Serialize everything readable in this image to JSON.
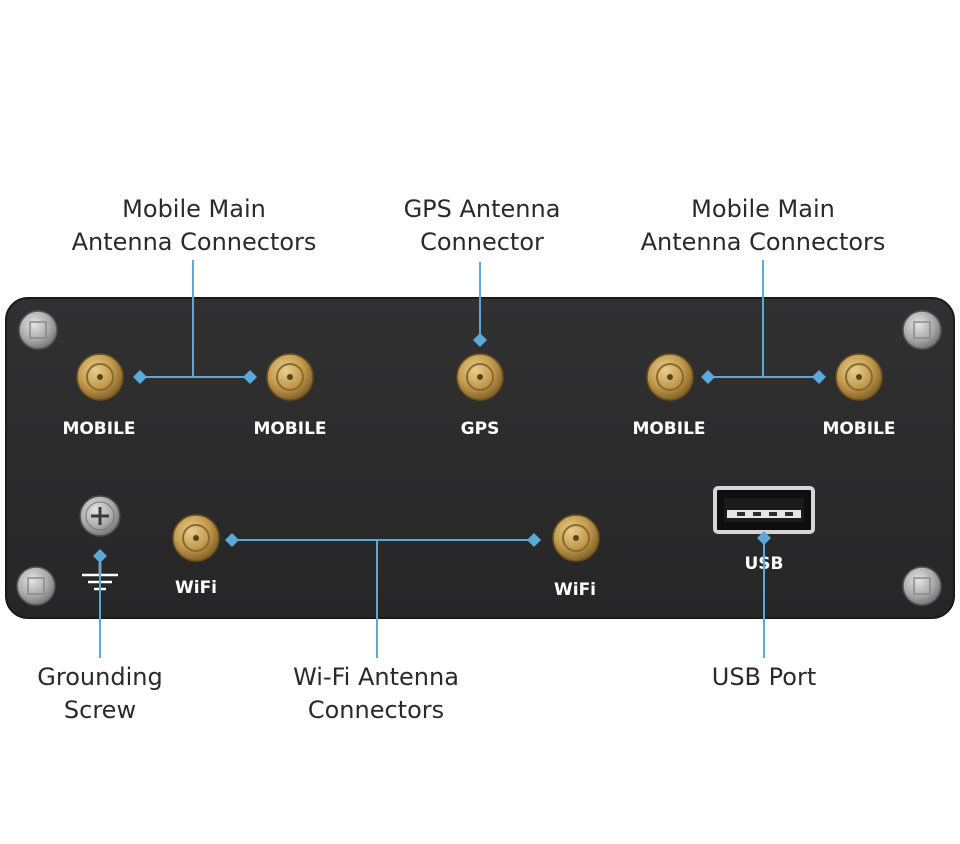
{
  "callouts": {
    "mobile_left": [
      "Mobile Main",
      "Antenna Connectors"
    ],
    "gps": [
      "GPS Antenna",
      "Connector"
    ],
    "mobile_right": [
      "Mobile Main",
      "Antenna Connectors"
    ],
    "grounding": [
      "Grounding",
      "Screw"
    ],
    "wifi": [
      "Wi-Fi Antenna",
      "Connectors"
    ],
    "usb": [
      "USB Port"
    ]
  },
  "panel_labels": {
    "mobile": "MOBILE",
    "gps": "GPS",
    "wifi": "WiFi",
    "usb": "USB"
  },
  "colors": {
    "panel": "#2b2b2c",
    "connector_gold": "#c29a4e",
    "leader_blue": "#5aa9d9",
    "text": "#2a2a2a",
    "label_white": "#ffffff"
  }
}
